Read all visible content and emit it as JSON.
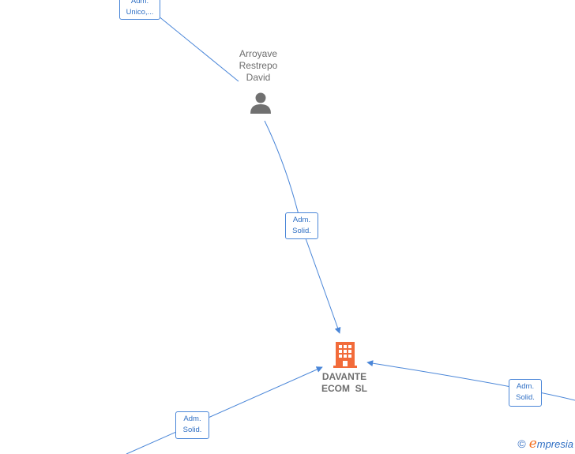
{
  "nodes": {
    "person": {
      "name_lines": [
        "Arroyave",
        "Restrepo",
        "David"
      ]
    },
    "company": {
      "name_lines": [
        "DAVANTE",
        "ECOM  SL"
      ]
    }
  },
  "edges": {
    "top_left": {
      "label_lines": [
        "Adm.",
        "Unico,..."
      ]
    },
    "person_company": {
      "label_lines": [
        "Adm.",
        "Solid."
      ]
    },
    "bottom_left": {
      "label_lines": [
        "Adm.",
        "Solid."
      ]
    },
    "right": {
      "label_lines": [
        "Adm.",
        "Solid."
      ]
    }
  },
  "brand": {
    "copyright": "©",
    "initial": "e",
    "rest": "mpresia"
  },
  "colors": {
    "edge": "#4a86d8",
    "company_icon": "#f26b3a",
    "person_icon": "#707070"
  }
}
